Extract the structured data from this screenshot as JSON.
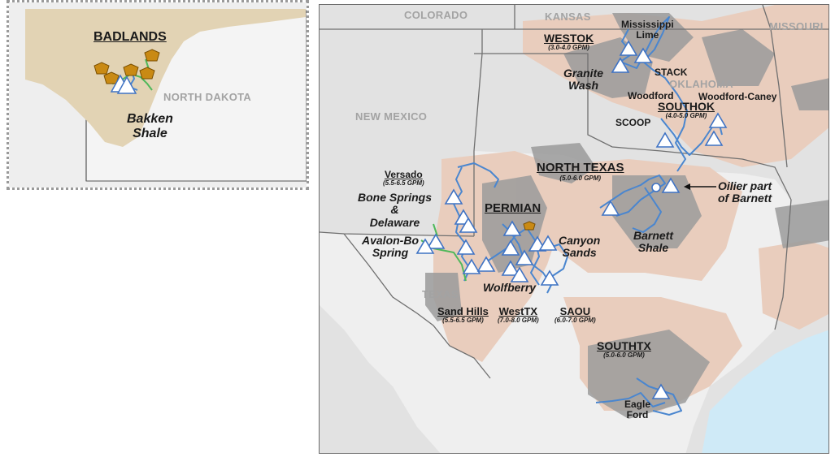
{
  "inset": {
    "system": "BADLANDS",
    "state": "NORTH DAKOTA",
    "basin_line1": "Bakken",
    "basin_line2": "Shale"
  },
  "states": {
    "colorado": "COLORADO",
    "kansas": "KANSAS",
    "missouri": "MISSOURI",
    "new_mexico": "NEW MEXICO",
    "oklahoma": "OKLAHOMA",
    "texas": "TEXAS"
  },
  "systems": {
    "westok": {
      "name": "WESTOK",
      "gpm": "(3.0-4.0 GPM)"
    },
    "southok": {
      "name": "SOUTHOK",
      "gpm": "(4.0-5.0 GPM)"
    },
    "north_texas": {
      "name": "NORTH TEXAS",
      "gpm": "(5.0-6.0 GPM)"
    },
    "versado": {
      "name": "Versado",
      "gpm": "(5.5-6.5 GPM)"
    },
    "permian": {
      "name": "PERMIAN"
    },
    "sand_hills": {
      "name": "Sand Hills",
      "gpm": "(5.5-6.5 GPM)"
    },
    "westtx": {
      "name": "WestTX",
      "gpm": "(7.0-8.0 GPM)"
    },
    "saou": {
      "name": "SAOU",
      "gpm": "(6.0-7.0 GPM)"
    },
    "southtx": {
      "name": "SOUTHTX",
      "gpm": "(5.0-6.0 GPM)"
    }
  },
  "plays": {
    "mississippi_lime_1": "Mississippi",
    "mississippi_lime_2": "Lime",
    "stack": "STACK",
    "woodford": "Woodford",
    "woodford_caney": "Woodford-Caney",
    "scoop": "SCOOP",
    "granite_wash_1": "Granite",
    "granite_wash_2": "Wash",
    "bone_springs_1": "Bone Springs",
    "bone_springs_2": "&",
    "bone_springs_3": "Delaware",
    "avalon_1": "Avalon-Bo",
    "avalon_2": "Spring",
    "canyon_sands_1": "Canyon",
    "canyon_sands_2": "Sands",
    "wolfberry": "Wolfberry",
    "barnett_1": "Barnett",
    "barnett_2": "Shale",
    "oilier_1": "Oilier part",
    "oilier_2": "of Barnett",
    "eagle_ford_1": "Eagle",
    "eagle_ford_2": "Ford"
  },
  "colors": {
    "shale_play": "#e9cdbd",
    "basin_dark": "#8f8f8f",
    "state_gray": "#dadada",
    "pipeline": "#4a86cf",
    "gulf": "#cfeaf7",
    "inset_land": "#e2d3b4",
    "plant_orange": "#c98a14"
  },
  "icons": [
    "processing-plant-triangle-icon",
    "processing-plant-pentagon-icon",
    "arrow-icon"
  ]
}
